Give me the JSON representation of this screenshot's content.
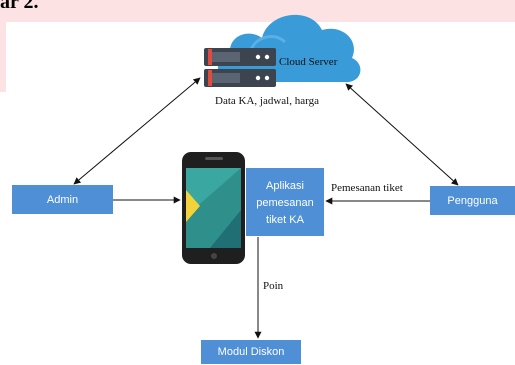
{
  "header": {
    "text": "ar 2."
  },
  "nodes": {
    "cloud_label": "Cloud Server",
    "data_label": "Data KA, jadwal, harga",
    "admin": "Admin",
    "pengguna": "Pengguna",
    "aplikasi_line1": "Aplikasi",
    "aplikasi_line2": "pemesanan",
    "aplikasi_line3": "tiket KA",
    "modul_diskon": "Modul Diskon"
  },
  "edges": {
    "pengguna_to_app": "Pemesanan tiket",
    "app_to_diskon": "Poin"
  },
  "colors": {
    "box_fill": "#4f8fd6",
    "cloud_fill": "#3a9bd9",
    "server_fill": "#3c4450",
    "accent_strip": "#fde2e4"
  },
  "icons": [
    "cloud-icon",
    "server-icon",
    "smartphone-icon"
  ]
}
